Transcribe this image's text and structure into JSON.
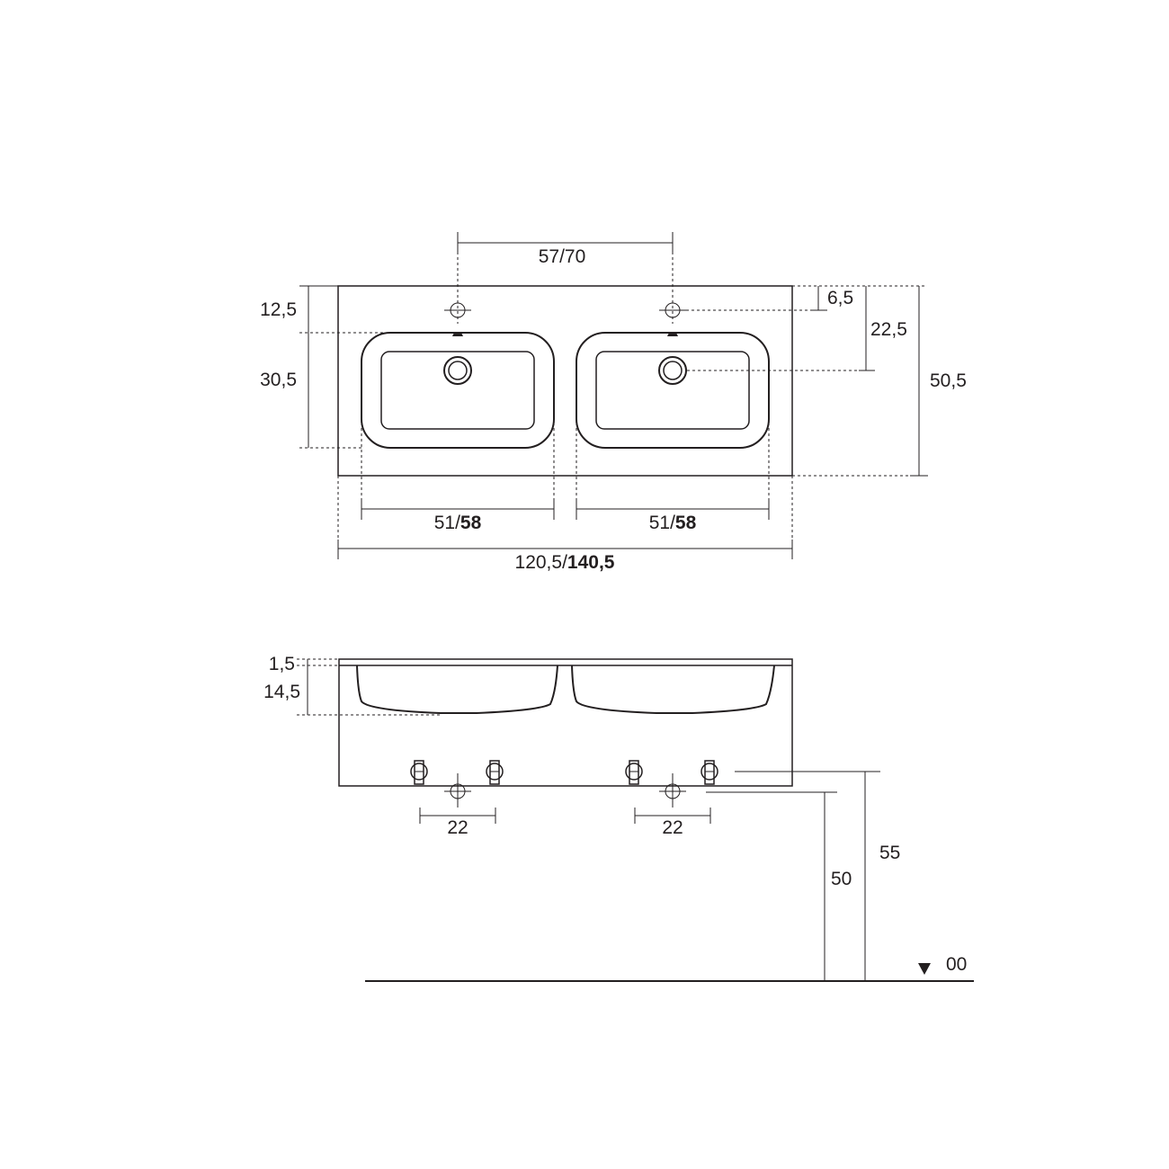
{
  "top_view": {
    "dim_tap_spacing": "57/70",
    "dim_tap_from_back": "6,5",
    "dim_back_to_basin": "12,5",
    "dim_waste_from_back": "22,5",
    "dim_basin_depth": "30,5",
    "dim_total_depth": "50,5",
    "dim_left_basin_width_a": "51/",
    "dim_left_basin_width_b": "58",
    "dim_right_basin_width_a": "51/",
    "dim_right_basin_width_b": "58",
    "dim_total_width_a": "120,5/",
    "dim_total_width_b": "140,5"
  },
  "front_view": {
    "dim_top_thickness": "1,5",
    "dim_bowl_depth": "14,5",
    "dim_left_outlet_spacing": "22",
    "dim_right_outlet_spacing": "22",
    "dim_waste_height": "50",
    "dim_supply_height": "55",
    "floor_level": "00"
  }
}
